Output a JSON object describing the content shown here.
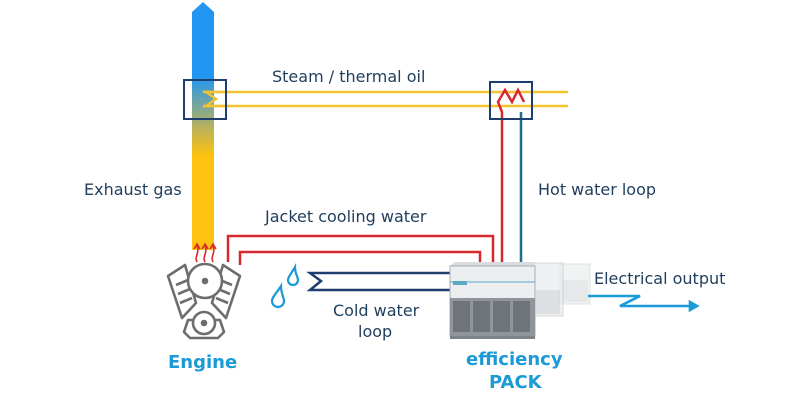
{
  "labels": {
    "steam": "Steam / thermal oil",
    "exhaust": "Exhaust gas",
    "hot_water": "Hot water loop",
    "jacket": "Jacket cooling water",
    "cold_water_1": "Cold water",
    "cold_water_2": "loop",
    "electrical": "Electrical output",
    "engine": "Engine",
    "pack_1": "efficiency",
    "pack_2": "PACK"
  },
  "colors": {
    "exhaust_hot": "#ffc20e",
    "exhaust_cool": "#2196f3",
    "steam": "#f4c430",
    "jacket": "#d7282f",
    "hot_water": "#1f6f8b",
    "cold_water": "#1d3e6e",
    "exchanger_border": "#1d3e6e",
    "accent_blue": "#1a9ad6",
    "engine_gray": "#6d6d6d",
    "text": "#1f3d5c"
  }
}
